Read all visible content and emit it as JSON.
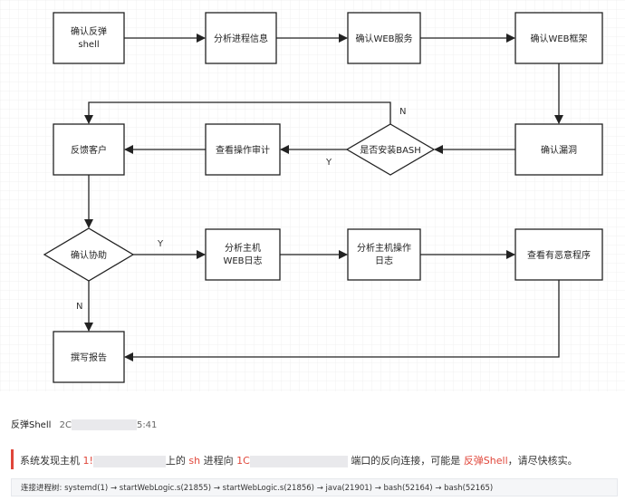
{
  "nodes": {
    "confirm_shell": {
      "line1": "确认反弹",
      "line2": "shell"
    },
    "analyze_process": "分析进程信息",
    "confirm_web_service": "确认WEB服务",
    "confirm_web_framework": "确认WEB框架",
    "bash_installed": "是否安装BASH",
    "confirm_vuln": "确认漏洞",
    "audit_ops": "查看操作审计",
    "feedback_customer": "反馈客户",
    "confirm_assist": "确认协助",
    "host_web_logs": {
      "line1": "分析主机",
      "line2": "WEB日志"
    },
    "host_op_logs": {
      "line1": "分析主机操作",
      "line2": "日志"
    },
    "malware_check": "查看有恶意程序",
    "write_report": "撰写报告"
  },
  "edge_labels": {
    "n1": "N",
    "y1": "Y",
    "y2": "Y",
    "n2": "N"
  },
  "alert": {
    "title": "反弹Shell",
    "time_prefix": "2C",
    "time_suffix": "5:41",
    "msg_prefix": "系统发现主机",
    "ip1_partial": "1!",
    "msg_on": "上的",
    "proc": "sh",
    "msg_to": "进程向",
    "ip2_partial": "1C",
    "msg_rest": "端口的反向连接，可能是",
    "threat": "反弹Shell",
    "msg_end": "，请尽快核实。",
    "chain_label": "连接进程树:",
    "chain": "systemd(1) → startWebLogic.s(21855) → startWebLogic.s(21856) → java(21901) → bash(52164) → bash(52165)"
  },
  "colors": {
    "accent": "#e0463a",
    "grid": "#ececec",
    "stroke": "#222222"
  }
}
